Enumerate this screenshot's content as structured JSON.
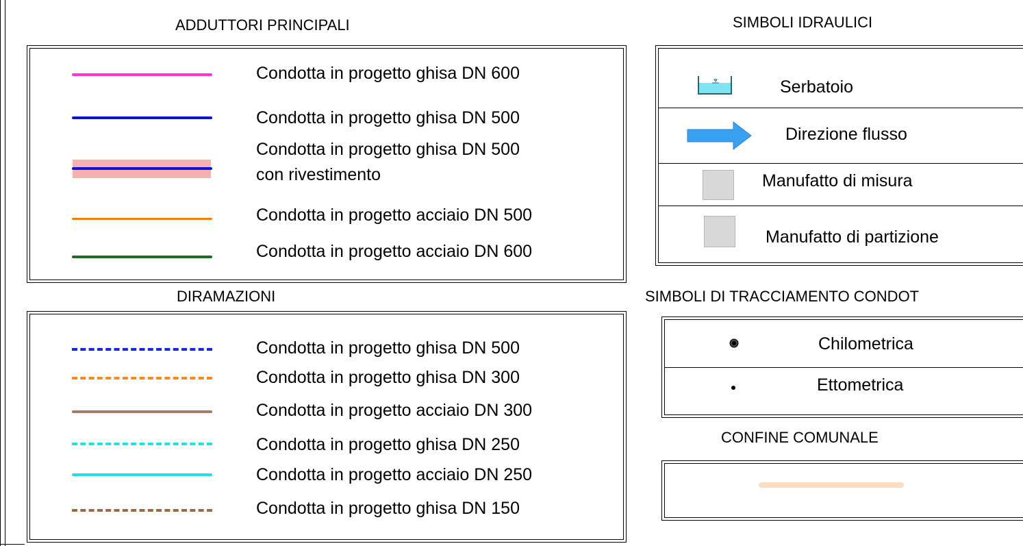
{
  "main": {
    "title": "ADDUTTORI PRINCIPALI",
    "items": [
      {
        "label": "Condotta in progetto ghisa DN 600",
        "color": "#ff33dd",
        "style": "solid"
      },
      {
        "label": "Condotta in progetto ghisa DN 500",
        "color": "#0a14d6",
        "style": "solid"
      },
      {
        "label": "Condotta in progetto ghisa  DN 500",
        "label2": "con rivestimento",
        "color": "#0a14d6",
        "fill": "#f6b1b1",
        "style": "coated"
      },
      {
        "label": "Condotta in progetto acciaio DN 500",
        "color": "#f07f0e",
        "style": "solid"
      },
      {
        "label": "Condotta in progetto acciaio DN 600",
        "color": "#1e6a2a",
        "style": "solid"
      }
    ]
  },
  "branches": {
    "title": "DIRAMAZIONI",
    "items": [
      {
        "label": "Condotta in progetto ghisa DN 500",
        "color": "#1428e6",
        "style": "dashed"
      },
      {
        "label": "Condotta in progetto ghisa DN 300",
        "color": "#f58a22",
        "style": "dashed"
      },
      {
        "label": "Condotta in progetto acciaio DN 300",
        "color": "#a97a67",
        "style": "solid"
      },
      {
        "label": "Condotta in progetto ghisa DN 250",
        "color": "#22e1e1",
        "style": "dashed"
      },
      {
        "label": "Condotta in progetto acciaio DN 250",
        "color": "#22e1e1",
        "style": "solid"
      },
      {
        "label": "Condotta in progetto ghisa DN 150",
        "color": "#9a6a45",
        "style": "dashed"
      }
    ]
  },
  "hydraulic": {
    "title": "SIMBOLI IDRAULICI",
    "items": [
      {
        "label": "Serbatoio",
        "icon": "tank-icon"
      },
      {
        "label": "Direzione flusso",
        "icon": "flow-arrow-icon"
      },
      {
        "label": "Manufatto di misura",
        "icon": "gray-square-icon"
      },
      {
        "label": "Manufatto di partizione",
        "icon": "gray-square-icon"
      }
    ],
    "water_color": "#7fe3f2",
    "arrow_color": "#3aa0f2"
  },
  "tracing": {
    "title": "SIMBOLI DI TRACCIAMENTO  CONDOT",
    "items": [
      {
        "label": "Chilometrica",
        "icon": "large-dot-icon"
      },
      {
        "label": "Ettometrica",
        "icon": "small-dot-icon"
      }
    ]
  },
  "boundary": {
    "title": "CONFINE COMUNALE",
    "color": "#fcdcc3"
  }
}
